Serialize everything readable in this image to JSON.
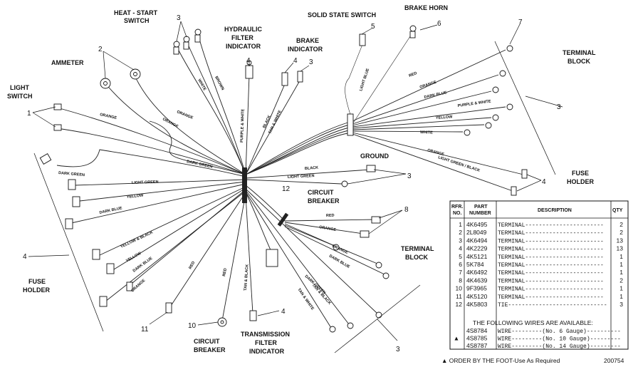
{
  "labels": {
    "heat_start_switch": [
      "HEAT - START",
      "SWITCH"
    ],
    "hydraulic_filter_indicator": [
      "HYDRAULIC",
      "FILTER",
      "INDICATOR"
    ],
    "brake_indicator": [
      "BRAKE",
      "INDICATOR"
    ],
    "solid_state_switch": "SOLID STATE SWITCH",
    "brake_horn": "BRAKE HORN",
    "terminal_block_top": [
      "TERMINAL",
      "BLOCK"
    ],
    "ammeter": "AMMETER",
    "light_switch": [
      "LIGHT",
      "SWITCH"
    ],
    "ground": "GROUND",
    "circuit_breaker_mid": [
      "CIRCUIT",
      "BREAKER"
    ],
    "fuse_holder_right": [
      "FUSE",
      "HOLDER"
    ],
    "fuse_holder_left": [
      "FUSE",
      "HOLDER"
    ],
    "terminal_block_bottom": [
      "TERMINAL",
      "BLOCK"
    ],
    "circuit_breaker_bottom": [
      "CIRCUIT",
      "BREAKER"
    ],
    "transmission_filter_indicator": [
      "TRANSMISSION",
      "FILTER",
      "INDICATOR"
    ]
  },
  "callouts": {
    "c3_heat": "3",
    "c2_ammeter": "2",
    "c1_light": "1",
    "c4_hyd": "4",
    "c4_brake": "4",
    "c3_brake": "3",
    "c5_solid": "5",
    "c6_horn": "6",
    "c7_term": "7",
    "c3_termblock": "3",
    "c3_ground": "3",
    "c4_fuse_r": "4",
    "c12": "12",
    "c8": "8",
    "c4_fuse_l": "4",
    "c11": "11",
    "c10": "10",
    "c4_trans": "4",
    "c3_bottom": "3"
  },
  "wire_labels": {
    "orange_1": "ORANGE",
    "orange_2": "ORANGE",
    "orange_3": "ORANGE",
    "white_heat": "WHITE",
    "brown": "BROWN",
    "purple_white_1": "PURPLE & WHITE",
    "black_1": "BLACK",
    "tan_white_1": "TAN & WHITE",
    "dark_green_1": "DARK GREEN",
    "dark_green_2": "DARK GREEN",
    "light_green_1": "LIGHT GREEN",
    "yellow_1": "YELLOW",
    "dark_blue_1": "DARK BLUE",
    "yellow_black": "YELLOW & BLACK",
    "yellow_2": "YELLOW",
    "dark_blue_2": "DARK BLUE",
    "orange_4": "ORANGE",
    "red_1": "RED",
    "red_2": "RED",
    "tan_black": "TAN & BLACK",
    "light_blue": "LIGHT BLUE",
    "red_3": "RED",
    "orange_5": "ORANGE",
    "dark_blue_3": "DARK BLUE",
    "purple_white_2": "PURPLE & WHITE",
    "yellow_3": "YELLOW",
    "white_2": "WHITE",
    "orange_6": "ORANGE",
    "light_green_black": "LIGHT GREEN / BLACK",
    "black_2": "BLACK",
    "light_green_2": "LIGHT GREEN",
    "red_4": "RED",
    "orange_7": "ORANGE",
    "orange_8": "ORANGE",
    "dark_blue_4": "DARK BLUE",
    "dark_green_3": "DARK GREEN",
    "tan_black_2": "TAN & BLACK",
    "tan_white_2": "TAN & WHITE"
  },
  "parts_table": {
    "headers": [
      "RFR. NO.",
      "PART NUMBER",
      "DESCRIPTION",
      "QTY"
    ],
    "header_part": [
      "PART",
      "NUMBER"
    ],
    "header_rfr": [
      "RFR.",
      "NO."
    ],
    "rows": [
      {
        "no": "1",
        "part": "4K6495",
        "desc": "TERMINAL-----------------------",
        "qty": "2"
      },
      {
        "no": "2",
        "part": "2L8049",
        "desc": "TERMINAL-----------------------",
        "qty": "2"
      },
      {
        "no": "3",
        "part": "4K6494",
        "desc": "TERMINAL-----------------------",
        "qty": "13"
      },
      {
        "no": "4",
        "part": "4K2229",
        "desc": "TERMINAL-----------------------",
        "qty": "13"
      },
      {
        "no": "5",
        "part": "4K5121",
        "desc": "TERMINAL-----------------------",
        "qty": "1"
      },
      {
        "no": "6",
        "part": "5K784",
        "desc": "TERMINAL-----------------------",
        "qty": "1"
      },
      {
        "no": "7",
        "part": "4K6492",
        "desc": "TERMINAL-----------------------",
        "qty": "1"
      },
      {
        "no": "8",
        "part": "4K4639",
        "desc": "TERMINAL-----------------------",
        "qty": "2"
      },
      {
        "no": "10",
        "part": "9F3965",
        "desc": "TERMINAL-----------------------",
        "qty": "1"
      },
      {
        "no": "11",
        "part": "4K5120",
        "desc": "TERMINAL-----------------------",
        "qty": "1"
      },
      {
        "no": "12",
        "part": "4K5803",
        "desc": "TIE-----------------------------",
        "qty": "3"
      }
    ],
    "wires_note": "THE FOLLOWING WIRES ARE AVAILABLE:",
    "wire_rows": [
      {
        "marker": "",
        "part": "4S8784",
        "desc": "WIRE---------(No.  6 Gauge)----------"
      },
      {
        "marker": "▲",
        "part": "4S8785",
        "desc": "WIRE---------(No. 10 Gauge)---------"
      },
      {
        "marker": "",
        "part": "4S8787",
        "desc": "WIRE---------(No. 14 Gauge)---------"
      }
    ],
    "footnote": "▲ ORDER BY THE FOOT-Use As Required",
    "figure_no": "200754"
  }
}
